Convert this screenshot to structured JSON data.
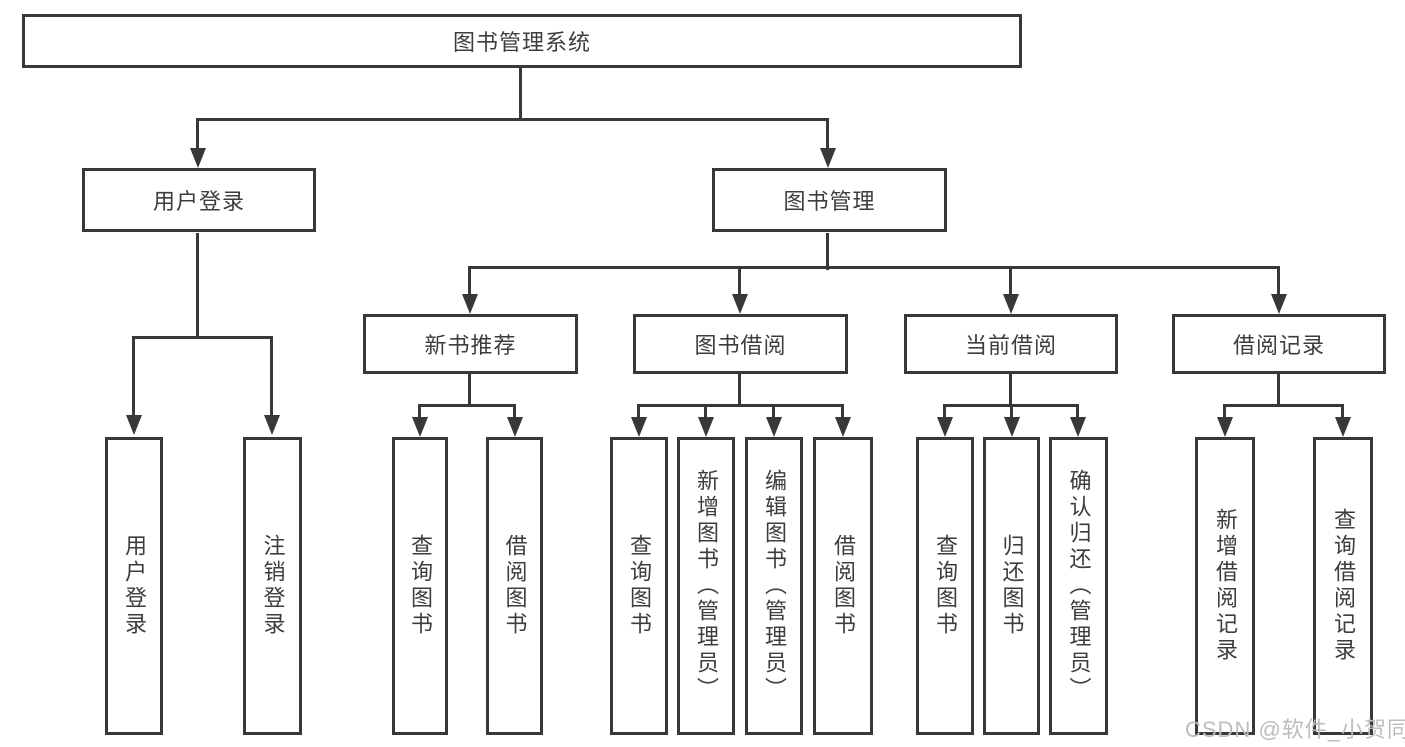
{
  "diagram": {
    "root": {
      "label": "图书管理系统"
    },
    "level2": [
      {
        "id": "user-login",
        "label": "用户登录"
      },
      {
        "id": "book-management",
        "label": "图书管理"
      }
    ],
    "level3": [
      {
        "id": "new-book-recommend",
        "label": "新书推荐",
        "parent": "图书管理"
      },
      {
        "id": "book-borrowing",
        "label": "图书借阅",
        "parent": "图书管理"
      },
      {
        "id": "current-borrowing",
        "label": "当前借阅",
        "parent": "图书管理"
      },
      {
        "id": "borrowing-records",
        "label": "借阅记录",
        "parent": "图书管理"
      }
    ],
    "leaves": [
      {
        "label": "用户登录",
        "parent": "用户登录"
      },
      {
        "label": "注销登录",
        "parent": "用户登录"
      },
      {
        "label": "查询图书",
        "parent": "新书推荐"
      },
      {
        "label": "借阅图书",
        "parent": "新书推荐"
      },
      {
        "label": "查询图书",
        "parent": "图书借阅"
      },
      {
        "label": "新增图书（管理员）",
        "parent": "图书借阅"
      },
      {
        "label": "编辑图书（管理员）",
        "parent": "图书借阅"
      },
      {
        "label": "借阅图书",
        "parent": "图书借阅"
      },
      {
        "label": "查询图书",
        "parent": "当前借阅"
      },
      {
        "label": "归还图书",
        "parent": "当前借阅"
      },
      {
        "label": "确认归还（管理员）",
        "parent": "当前借阅"
      },
      {
        "label": "新增借阅记录",
        "parent": "借阅记录"
      },
      {
        "label": "查询借阅记录",
        "parent": "借阅记录"
      }
    ]
  },
  "watermark": {
    "text": "CSDN @软件_小贺同学"
  },
  "colors": {
    "line": "#383838",
    "text": "#3d3d3d",
    "background": "#ffffff",
    "watermark": "#bdbdbd"
  }
}
